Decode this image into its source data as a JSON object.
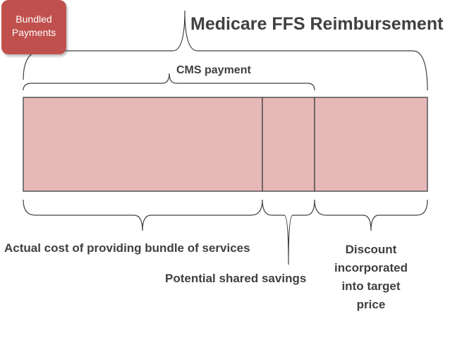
{
  "badge": {
    "line1": "Bundled",
    "line2": "Payments"
  },
  "title": "Medicare FFS Reimbursement",
  "cms_payment_label": "CMS payment",
  "segments": [
    {
      "label": "Actual cost of providing bundle of services"
    },
    {
      "label": "Potential shared savings"
    },
    {
      "label_lines": [
        "Discount",
        "incorporated",
        "into target",
        "price"
      ]
    }
  ],
  "colors": {
    "badge": "#c0504d",
    "segment_fill": "#e6b9b8",
    "outline": "#404040",
    "text": "#404040"
  }
}
